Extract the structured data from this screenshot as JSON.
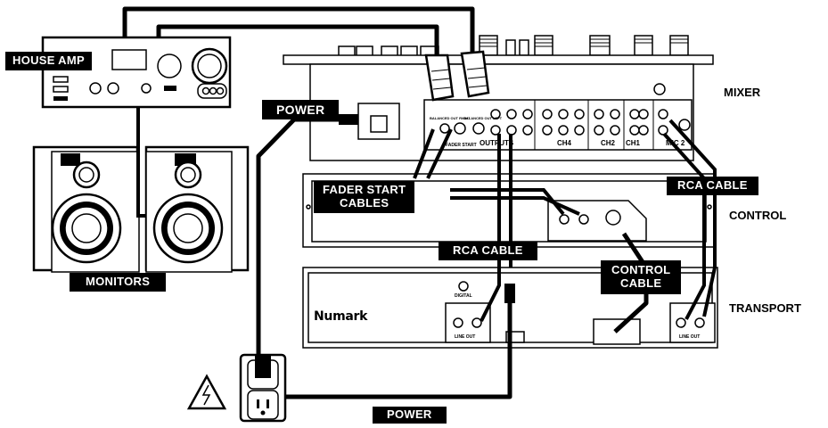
{
  "labels": {
    "house_amp": "HOUSE AMP",
    "power_top": "POWER",
    "mixer": "MIXER",
    "fader_start_cables_line1": "FADER START",
    "fader_start_cables_line2": "CABLES",
    "rca_cable_right": "RCA CABLE",
    "control": "CONTROL",
    "rca_cable_center": "RCA CABLE",
    "control_cable_line1": "CONTROL",
    "control_cable_line2": "CABLE",
    "monitors": "MONITORS",
    "transport": "TRANSPORT",
    "power_bottom": "POWER",
    "brand": "Numark"
  },
  "mixer_panel": {
    "outputs": "OUTPUTS",
    "ch4": "CH4",
    "ch2": "CH2",
    "ch1": "CH1",
    "mic2": "MIC 2",
    "fader_start": "FADER START",
    "balanced_out_right": "BALANCED OUT RIGHT",
    "balanced_out_left": "BALANCED OUT LEFT"
  },
  "transport_panel": {
    "digital": "DIGITAL",
    "line_out_left": "LINE OUT",
    "line_out_right": "LINE OUT"
  },
  "colors": {
    "ink": "#000000",
    "paper": "#ffffff",
    "panel_line": "#333333"
  },
  "icons": [
    "warning-triangle-icon",
    "power-outlet-icon",
    "speaker-woofer-icon",
    "speaker-tweeter-icon",
    "xlr-plug-icon",
    "rca-plug-icon"
  ]
}
